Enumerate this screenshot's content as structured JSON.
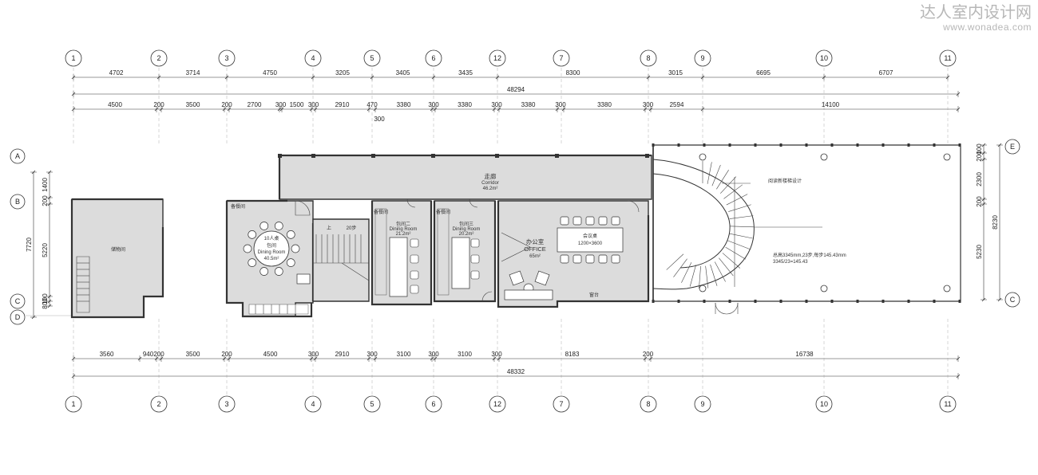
{
  "watermark": {
    "text": "达人室内设计网",
    "url": "www.wonadea.com"
  },
  "grid_top": [
    "1",
    "2",
    "3",
    "4",
    "5",
    "6",
    "12",
    "7",
    "8",
    "9",
    "10",
    "11"
  ],
  "grid_bottom": [
    "1",
    "2",
    "3",
    "4",
    "5",
    "6",
    "12",
    "7",
    "8",
    "9",
    "10",
    "11"
  ],
  "grid_left": [
    "A",
    "B",
    "C",
    "D"
  ],
  "grid_right": [
    "E",
    "C"
  ],
  "dims_top_row1": [
    "4702",
    "3714",
    "4750",
    "3205",
    "3405",
    "3435",
    "8300",
    "3015",
    "6695",
    "6707"
  ],
  "dims_top_total": "48294",
  "dims_top_row2": [
    "4500",
    "200",
    "3500",
    "200",
    "2700",
    "300",
    "1500",
    "300",
    "2910",
    "470",
    "3380",
    "300",
    "3380",
    "300",
    "3380",
    "300",
    "3380",
    "300",
    "2594",
    "14100"
  ],
  "dims_top_extra": "300",
  "dims_bottom_row1": [
    "3560",
    "940",
    "200",
    "3500",
    "200",
    "4500",
    "300",
    "2910",
    "300",
    "3100",
    "300",
    "3100",
    "300",
    "8183",
    "200",
    "16738"
  ],
  "dims_bottom_total": "48332",
  "dims_left": [
    "1400",
    "200",
    "5220",
    "100",
    "800",
    "7720"
  ],
  "dims_right": [
    "100",
    "200",
    "2300",
    "200",
    "5230",
    "8230"
  ],
  "rooms": {
    "corridor": {
      "name": "走廊",
      "en": "Corridor",
      "area": "46.2m²"
    },
    "storage_left": {
      "name": "储物间"
    },
    "banquet": {
      "name": "10人桌",
      "title": "包间",
      "sub1": "Dining Room",
      "area": "40.5m²",
      "small": "备餐间"
    },
    "dining2": {
      "name": "包间二",
      "en": "Dining Room",
      "area": "21.2m²",
      "small": "备餐间"
    },
    "dining3": {
      "name": "包间三",
      "en": "Dining Room",
      "area": "20.2m²",
      "small": "备餐间"
    },
    "office": {
      "name": "办公室",
      "en": "OFFICE",
      "area": "65m²"
    },
    "meeting": {
      "name": "会议桌",
      "size": "1200×3600"
    },
    "window_label": "窗台"
  },
  "stair_labels": {
    "up": "上",
    "num": "20步"
  },
  "spiral_notes": [
    "总高3345mm,23步,每步145.43mm",
    "3345/23=145.43"
  ],
  "spiral_label": "阅读新楼梯设计"
}
